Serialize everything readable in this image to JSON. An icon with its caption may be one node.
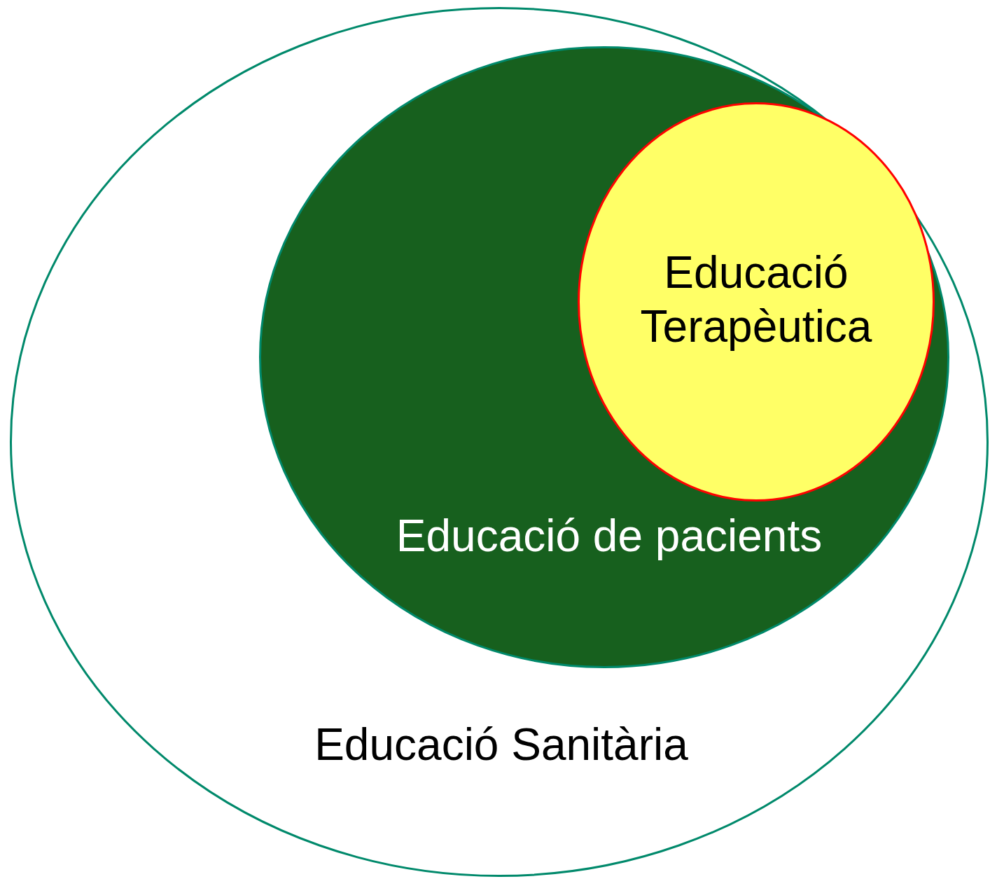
{
  "diagram": {
    "nodes": [
      {
        "text": [
          "Educació Sanitària"
        ]
      },
      {
        "text": [
          "Educació de pacients"
        ],
        "in": 0
      },
      {
        "text": [
          "Educació Terapèutica"
        ],
        "in": 1
      }
    ]
  }
}
